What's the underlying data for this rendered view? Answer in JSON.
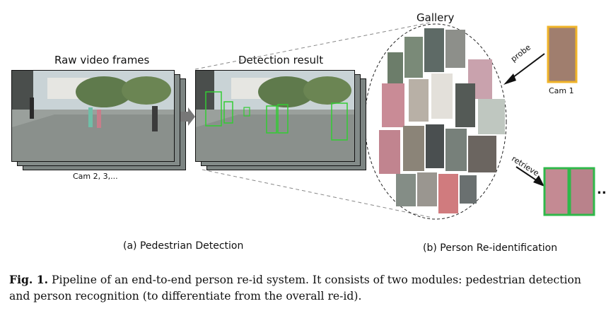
{
  "labels": {
    "raw_frames": "Raw video frames",
    "detection_result": "Detection result",
    "gallery": "Gallery",
    "cams_left": "Cam 2, 3,...",
    "probe": "probe",
    "cam1": "Cam 1",
    "retrieve": "retrieve",
    "ellipsis": "..",
    "sub_a": "(a) Pedestrian Detection",
    "sub_b": "(b) Person Re-identification"
  },
  "caption": {
    "fig_label": "Fig. 1.",
    "text": " Pipeline of an end-to-end person re-id system. It consists of two modules: pedestrian detection and person recognition (to differentiate from the overall re-id)."
  },
  "colors": {
    "detection_box": "#33cc33",
    "probe_box": "#f0b429",
    "retrieve_box": "#2fb84a",
    "frame_border": "#111111"
  }
}
